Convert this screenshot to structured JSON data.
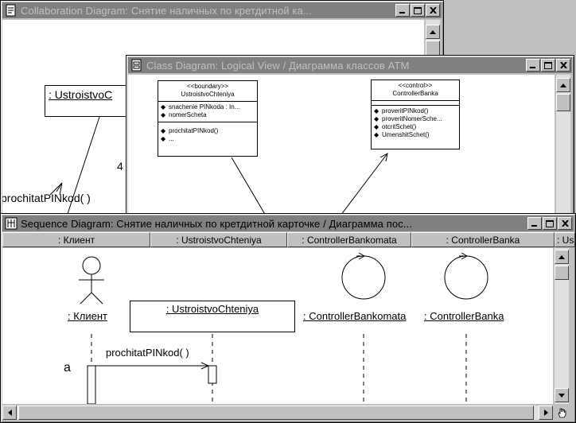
{
  "collaboration_window": {
    "title": "Collaboration Diagram: Снятие наличных по кретдитной ка...",
    "object_label": ": UstroistvoC",
    "link_number": "4",
    "message_label": "prochitatPINkod( )"
  },
  "class_window": {
    "title": "Class Diagram: Logical View / Диаграмма классов ATM",
    "class_a": {
      "stereotype": "<<boundary>>",
      "name": "UstroistvoChteniya",
      "attributes": [
        "snachenie PINkoda : In...",
        "nomerScheta"
      ],
      "operations": [
        "prochitatPINkod()",
        "..."
      ]
    },
    "class_b": {
      "stereotype": "<<control>>",
      "name": "ControllerBanka",
      "operations": [
        "proveritPINkod()",
        "proveritNomerSche...",
        "otcritSchet()",
        "UmenshitSchet()"
      ]
    }
  },
  "sequence_window": {
    "title": "Sequence Diagram: Снятие наличных по кретдитной карточке / Диаграмма пос...",
    "headers": [
      ": Клиент",
      ": UstroistvoChteniya",
      ": ControllerBankomata",
      ": ControllerBanka",
      ": Us"
    ],
    "actor_label": ": Клиент",
    "object_label": ": UstroistvoChteniya",
    "control1_label": ": ControllerBankomata",
    "control2_label": ": ControllerBanka",
    "message_label": "prochitatPINkod( )",
    "note": "a"
  }
}
